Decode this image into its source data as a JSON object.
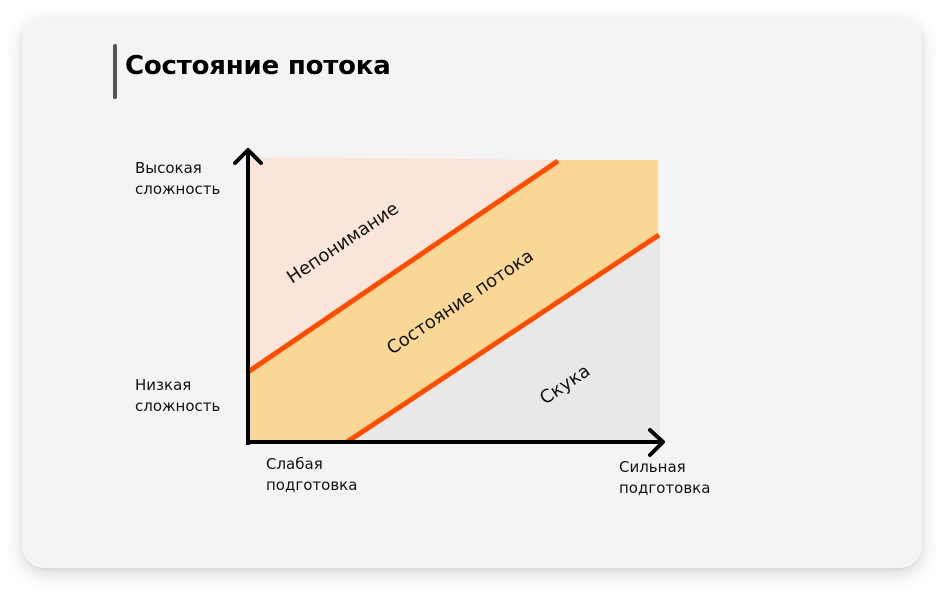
{
  "title": "Состояние потока",
  "axes": {
    "y_high": [
      "Высокая",
      "сложность"
    ],
    "y_low": [
      "Низкая",
      "сложность"
    ],
    "x_low": [
      "Слабая",
      "подготовка"
    ],
    "x_high": [
      "Сильная",
      "подготовка"
    ]
  },
  "regions": {
    "anxiety": "Непонимание",
    "flow": "Состояние потока",
    "boredom": "Скука"
  },
  "colors": {
    "card_bg": "#f4f4f4",
    "anxiety_fill": "#f9e5da",
    "flow_fill": "#f9d897",
    "boredom_fill": "#e8e8e8",
    "boundary_line": "#ff4d00",
    "axis": "#000000",
    "title_bar": "#555555"
  }
}
